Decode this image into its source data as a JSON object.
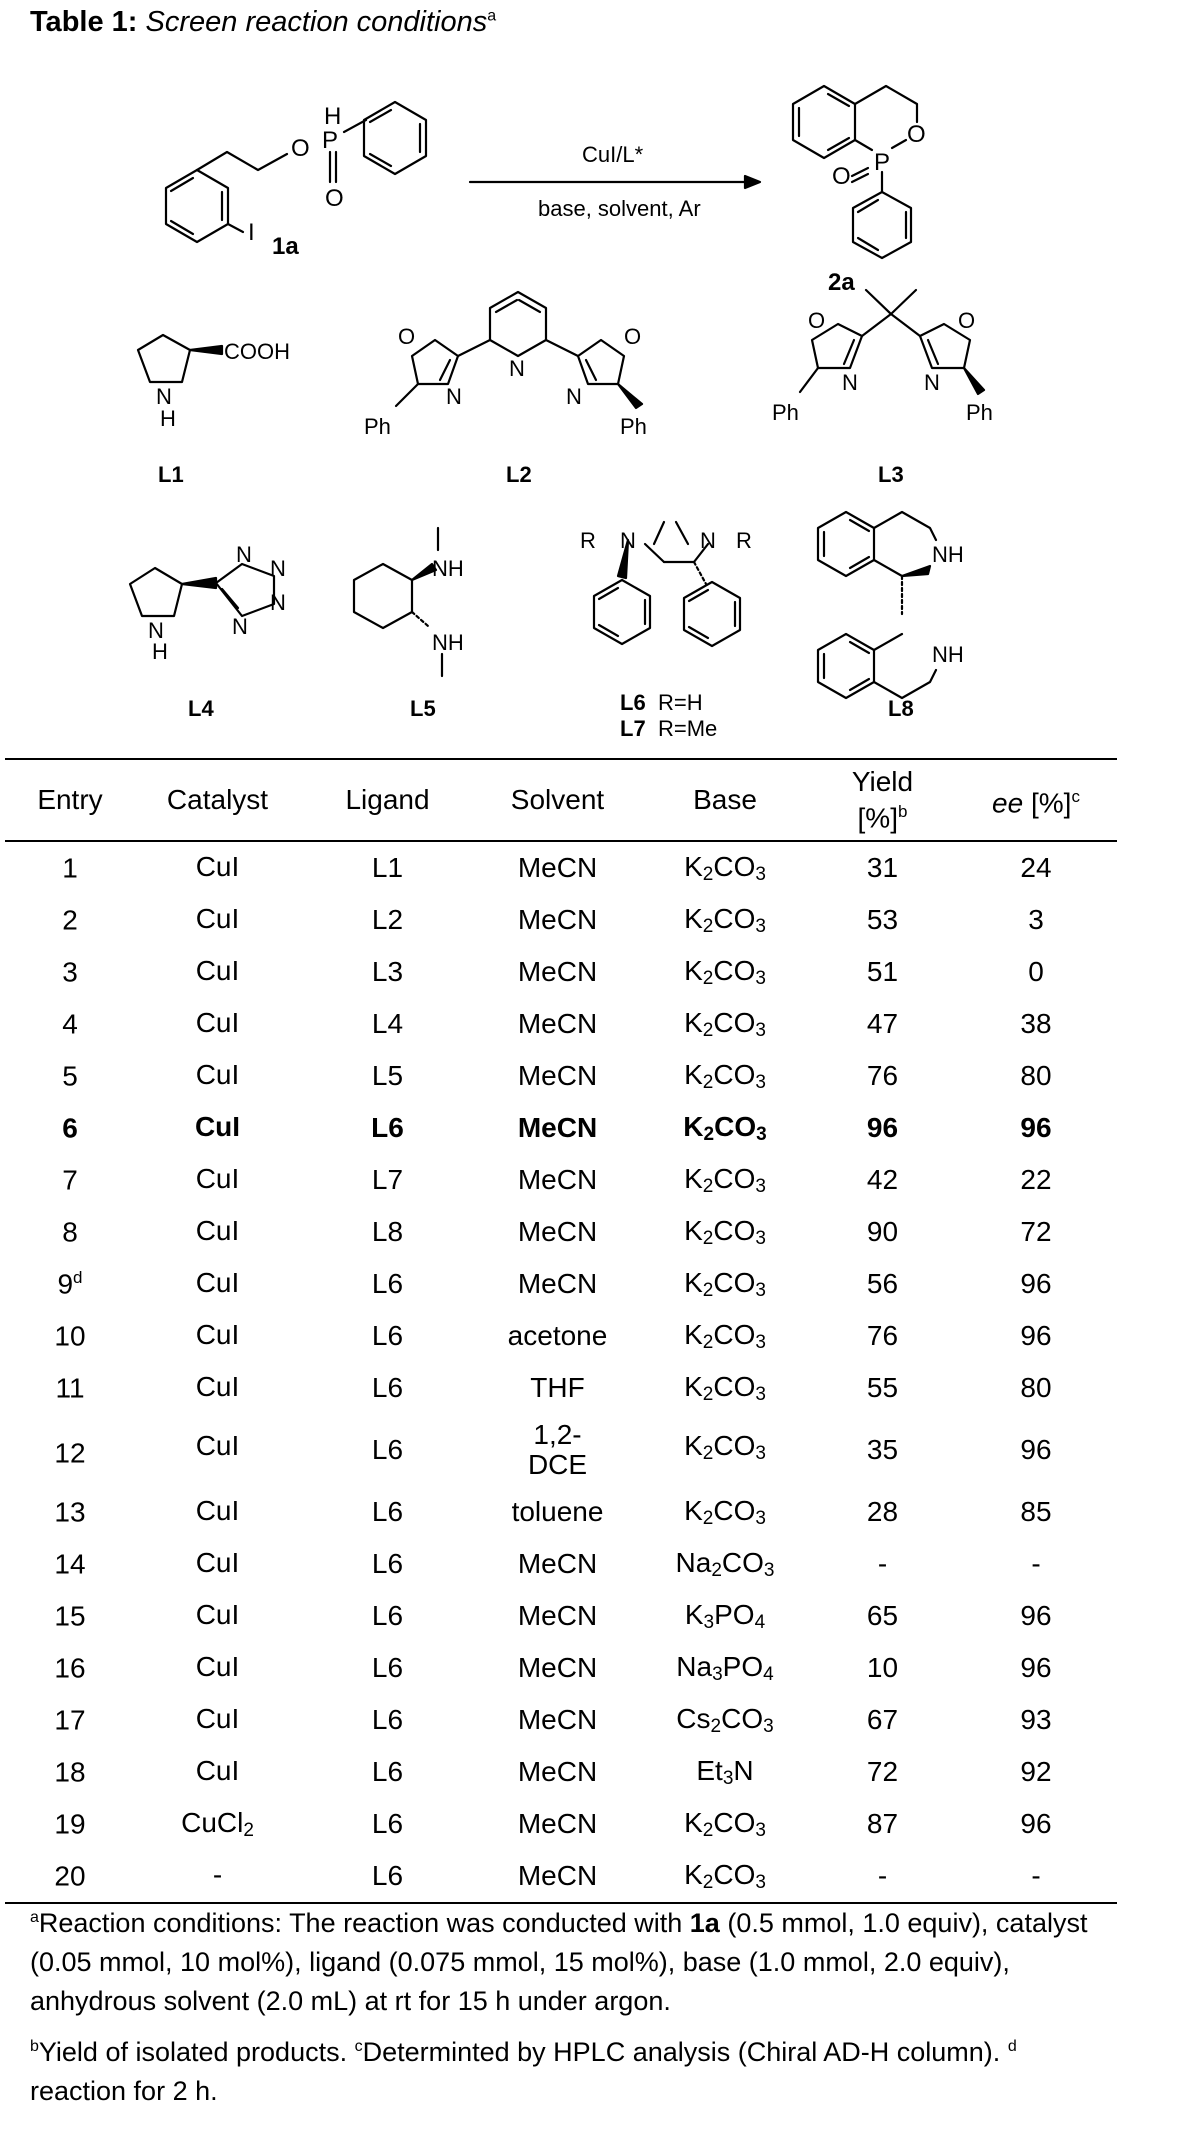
{
  "title": {
    "label": "Table 1:",
    "text": "Screen reaction conditions",
    "footnote_mark": "a"
  },
  "scheme": {
    "reagent_top": "CuI/L*",
    "reagent_bottom": "base, solvent, Ar",
    "start_label": "1a",
    "product_label": "2a",
    "atoms": {
      "O": "O",
      "P": "P",
      "H": "H",
      "I": "I",
      "N": "N",
      "NH": "NH",
      "COOH": "COOH",
      "Ph": "Ph",
      "R": "R"
    },
    "ligands": [
      "L1",
      "L2",
      "L3",
      "L4",
      "L5",
      "L6",
      "L7",
      "L8"
    ],
    "l6_suffix": "R=H",
    "l7_suffix": "R=Me"
  },
  "table": {
    "headers": {
      "entry": "Entry",
      "catalyst": "Catalyst",
      "ligand": "Ligand",
      "solvent": "Solvent",
      "base": "Base",
      "yield_line1": "Yield",
      "yield_line2": "[%]",
      "yield_mark": "b",
      "ee_italic": "ee",
      "ee_rest": "[%]",
      "ee_mark": "c"
    },
    "rows": [
      {
        "entry": "1",
        "entry_mark": "",
        "catalyst": "CuI",
        "catalyst_sub": "",
        "catalyst_end": "",
        "ligand": "L1",
        "solvent": "MeCN",
        "solvent_2": "",
        "base_a": "K",
        "base_s1": "2",
        "base_b": "CO",
        "base_s2": "3",
        "yield": "31",
        "ee": "24"
      },
      {
        "entry": "2",
        "entry_mark": "",
        "catalyst": "CuI",
        "catalyst_sub": "",
        "catalyst_end": "",
        "ligand": "L2",
        "solvent": "MeCN",
        "solvent_2": "",
        "base_a": "K",
        "base_s1": "2",
        "base_b": "CO",
        "base_s2": "3",
        "yield": "53",
        "ee": "3"
      },
      {
        "entry": "3",
        "entry_mark": "",
        "catalyst": "CuI",
        "catalyst_sub": "",
        "catalyst_end": "",
        "ligand": "L3",
        "solvent": "MeCN",
        "solvent_2": "",
        "base_a": "K",
        "base_s1": "2",
        "base_b": "CO",
        "base_s2": "3",
        "yield": "51",
        "ee": "0"
      },
      {
        "entry": "4",
        "entry_mark": "",
        "catalyst": "CuI",
        "catalyst_sub": "",
        "catalyst_end": "",
        "ligand": "L4",
        "solvent": "MeCN",
        "solvent_2": "",
        "base_a": "K",
        "base_s1": "2",
        "base_b": "CO",
        "base_s2": "3",
        "yield": "47",
        "ee": "38"
      },
      {
        "entry": "5",
        "entry_mark": "",
        "catalyst": "CuI",
        "catalyst_sub": "",
        "catalyst_end": "",
        "ligand": "L5",
        "solvent": "MeCN",
        "solvent_2": "",
        "base_a": "K",
        "base_s1": "2",
        "base_b": "CO",
        "base_s2": "3",
        "yield": "76",
        "ee": "80"
      },
      {
        "entry": "6",
        "entry_mark": "",
        "catalyst": "CuI",
        "catalyst_sub": "",
        "catalyst_end": "",
        "ligand": "L6",
        "solvent": "MeCN",
        "solvent_2": "",
        "base_a": "K",
        "base_s1": "2",
        "base_b": "CO",
        "base_s2": "3",
        "yield": "96",
        "ee": "96",
        "bold": true
      },
      {
        "entry": "7",
        "entry_mark": "",
        "catalyst": "CuI",
        "catalyst_sub": "",
        "catalyst_end": "",
        "ligand": "L7",
        "solvent": "MeCN",
        "solvent_2": "",
        "base_a": "K",
        "base_s1": "2",
        "base_b": "CO",
        "base_s2": "3",
        "yield": "42",
        "ee": "22"
      },
      {
        "entry": "8",
        "entry_mark": "",
        "catalyst": "CuI",
        "catalyst_sub": "",
        "catalyst_end": "",
        "ligand": "L8",
        "solvent": "MeCN",
        "solvent_2": "",
        "base_a": "K",
        "base_s1": "2",
        "base_b": "CO",
        "base_s2": "3",
        "yield": "90",
        "ee": "72"
      },
      {
        "entry": "9",
        "entry_mark": "d",
        "catalyst": "CuI",
        "catalyst_sub": "",
        "catalyst_end": "",
        "ligand": "L6",
        "solvent": "MeCN",
        "solvent_2": "",
        "base_a": "K",
        "base_s1": "2",
        "base_b": "CO",
        "base_s2": "3",
        "yield": "56",
        "ee": "96"
      },
      {
        "entry": "10",
        "entry_mark": "",
        "catalyst": "CuI",
        "catalyst_sub": "",
        "catalyst_end": "",
        "ligand": "L6",
        "solvent": "acetone",
        "solvent_2": "",
        "base_a": "K",
        "base_s1": "2",
        "base_b": "CO",
        "base_s2": "3",
        "yield": "76",
        "ee": "96"
      },
      {
        "entry": "11",
        "entry_mark": "",
        "catalyst": "CuI",
        "catalyst_sub": "",
        "catalyst_end": "",
        "ligand": "L6",
        "solvent": "THF",
        "solvent_2": "",
        "base_a": "K",
        "base_s1": "2",
        "base_b": "CO",
        "base_s2": "3",
        "yield": "55",
        "ee": "80"
      },
      {
        "entry": "12",
        "entry_mark": "",
        "catalyst": "CuI",
        "catalyst_sub": "",
        "catalyst_end": "",
        "ligand": "L6",
        "solvent": "1,2-",
        "solvent_2": "DCE",
        "base_a": "K",
        "base_s1": "2",
        "base_b": "CO",
        "base_s2": "3",
        "yield": "35",
        "ee": "96",
        "tall": true
      },
      {
        "entry": "13",
        "entry_mark": "",
        "catalyst": "CuI",
        "catalyst_sub": "",
        "catalyst_end": "",
        "ligand": "L6",
        "solvent": "toluene",
        "solvent_2": "",
        "base_a": "K",
        "base_s1": "2",
        "base_b": "CO",
        "base_s2": "3",
        "yield": "28",
        "ee": "85"
      },
      {
        "entry": "14",
        "entry_mark": "",
        "catalyst": "CuI",
        "catalyst_sub": "",
        "catalyst_end": "",
        "ligand": "L6",
        "solvent": "MeCN",
        "solvent_2": "",
        "base_a": "Na",
        "base_s1": "2",
        "base_b": "CO",
        "base_s2": "3",
        "yield": "-",
        "ee": "-"
      },
      {
        "entry": "15",
        "entry_mark": "",
        "catalyst": "CuI",
        "catalyst_sub": "",
        "catalyst_end": "",
        "ligand": "L6",
        "solvent": "MeCN",
        "solvent_2": "",
        "base_a": "K",
        "base_s1": "3",
        "base_b": "PO",
        "base_s2": "4",
        "yield": "65",
        "ee": "96"
      },
      {
        "entry": "16",
        "entry_mark": "",
        "catalyst": "CuI",
        "catalyst_sub": "",
        "catalyst_end": "",
        "ligand": "L6",
        "solvent": "MeCN",
        "solvent_2": "",
        "base_a": "Na",
        "base_s1": "3",
        "base_b": "PO",
        "base_s2": "4",
        "yield": "10",
        "ee": "96"
      },
      {
        "entry": "17",
        "entry_mark": "",
        "catalyst": "CuI",
        "catalyst_sub": "",
        "catalyst_end": "",
        "ligand": "L6",
        "solvent": "MeCN",
        "solvent_2": "",
        "base_a": "Cs",
        "base_s1": "2",
        "base_b": "CO",
        "base_s2": "3",
        "yield": "67",
        "ee": "93"
      },
      {
        "entry": "18",
        "entry_mark": "",
        "catalyst": "CuI",
        "catalyst_sub": "",
        "catalyst_end": "",
        "ligand": "L6",
        "solvent": "MeCN",
        "solvent_2": "",
        "base_a": "Et",
        "base_s1": "3",
        "base_b": "N",
        "base_s2": "",
        "yield": "72",
        "ee": "92"
      },
      {
        "entry": "19",
        "entry_mark": "",
        "catalyst": "CuCl",
        "catalyst_sub": "2",
        "catalyst_end": "",
        "ligand": "L6",
        "solvent": "MeCN",
        "solvent_2": "",
        "base_a": "K",
        "base_s1": "2",
        "base_b": "CO",
        "base_s2": "3",
        "yield": "87",
        "ee": "96"
      },
      {
        "entry": "20",
        "entry_mark": "",
        "catalyst": "-",
        "catalyst_sub": "",
        "catalyst_end": "",
        "ligand": "L6",
        "solvent": "MeCN",
        "solvent_2": "",
        "base_a": "K",
        "base_s1": "2",
        "base_b": "CO",
        "base_s2": "3",
        "yield": "-",
        "ee": "-"
      }
    ]
  },
  "footnotes": {
    "a_mark": "a",
    "a_pre": "Reaction conditions: The reaction was conducted with ",
    "a_bold": "1a",
    "a_post": " (0.5 mmol, 1.0 equiv), catalyst (0.05 mmol, 10 mol%), ligand (0.075 mmol, 15 mol%), base (1.0 mmol, 2.0 equiv), anhydrous solvent (2.0 mL) at rt for 15 h under argon.",
    "b_mark": "b",
    "b_text": "Yield of isolated products. ",
    "c_mark": "c",
    "c_text": "Determinted by HPLC analysis (Chiral AD-H column). ",
    "d_mark": "d",
    "d_text": " reaction for 2 h."
  }
}
